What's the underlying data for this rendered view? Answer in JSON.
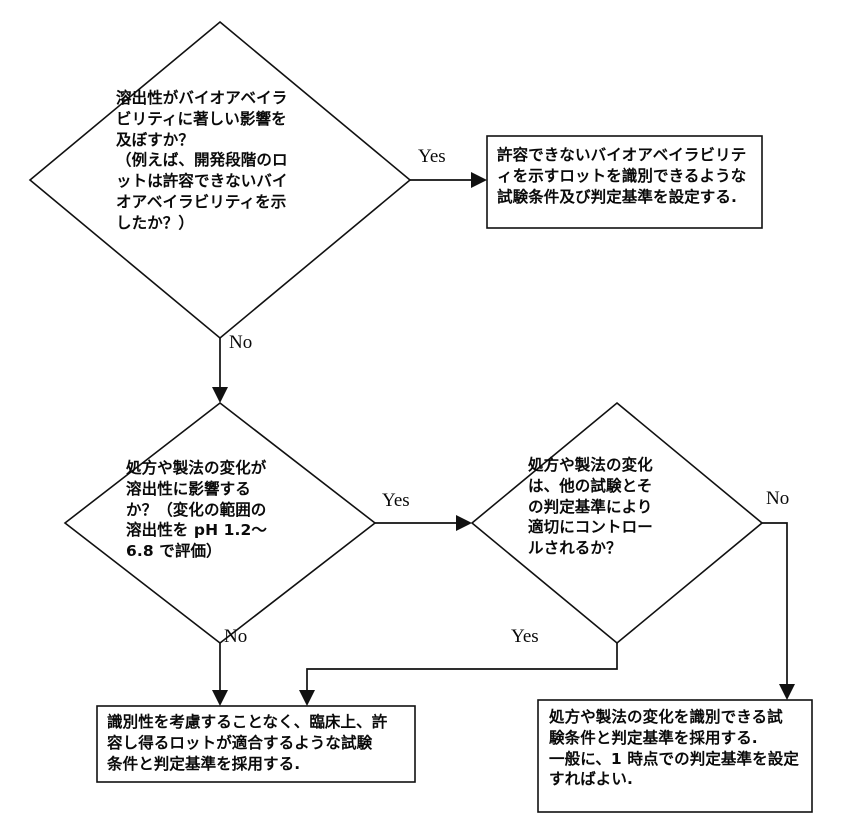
{
  "diagram": {
    "type": "flowchart",
    "title": "",
    "language": "ja",
    "background_color": "#ffffff",
    "line_color": "#111111",
    "text_color": "#0a0a0a"
  },
  "nodes": {
    "top_diamond": {
      "shape": "diamond",
      "text": "溶出性がバイオアベイラ\nビリティに著しい影響を\n及ぼすか？\n（例えば、開発段階のロ\nットは許容できないバイ\nオアベイラビリティを示\nしたか？）"
    },
    "top_right_box": {
      "shape": "rectangle",
      "text": "許容できないバイオアベイラビリテ\nィを示すロットを識別できるような\n試験条件及び判定基準を設定する."
    },
    "mid_left_diamond": {
      "shape": "diamond",
      "text": "処方や製法の変化が\n溶出性に影響する\nか？（変化の範囲の\n溶出性を pH 1.2〜\n6.8 で評価）"
    },
    "mid_right_diamond": {
      "shape": "diamond",
      "text": "処方や製法の変化\nは、他の試験とそ\nの判定基準により\n適切にコントロー\nルされるか？"
    },
    "bottom_left_box": {
      "shape": "rectangle",
      "text": "識別性を考慮することなく、臨床上、許\n容し得るロットが適合するような試験\n条件と判定基準を採用する."
    },
    "bottom_right_box": {
      "shape": "rectangle",
      "text": "処方や製法の変化を識別できる試\n験条件と判定基準を採用する.\n一般に、1 時点での判定基準を設定\nすればよい."
    }
  },
  "edges": [
    {
      "id": "e1",
      "from": "top_diamond",
      "to": "top_right_box",
      "label": "Yes",
      "direction": "right"
    },
    {
      "id": "e2",
      "from": "top_diamond",
      "to": "mid_left_diamond",
      "label": "No",
      "direction": "down"
    },
    {
      "id": "e3",
      "from": "mid_left_diamond",
      "to": "mid_right_diamond",
      "label": "Yes",
      "direction": "right"
    },
    {
      "id": "e4",
      "from": "mid_left_diamond",
      "to": "bottom_left_box",
      "label": "No",
      "direction": "down"
    },
    {
      "id": "e5",
      "from": "mid_right_diamond",
      "to": "bottom_left_box",
      "label": "Yes",
      "direction": "down-left"
    },
    {
      "id": "e6",
      "from": "mid_right_diamond",
      "to": "bottom_right_box",
      "label": "No",
      "direction": "right-down"
    }
  ],
  "labels": {
    "yes_1": "Yes",
    "no_1": "No",
    "yes_2": "Yes",
    "no_2": "No",
    "yes_3": "Yes",
    "no_3": "No"
  }
}
